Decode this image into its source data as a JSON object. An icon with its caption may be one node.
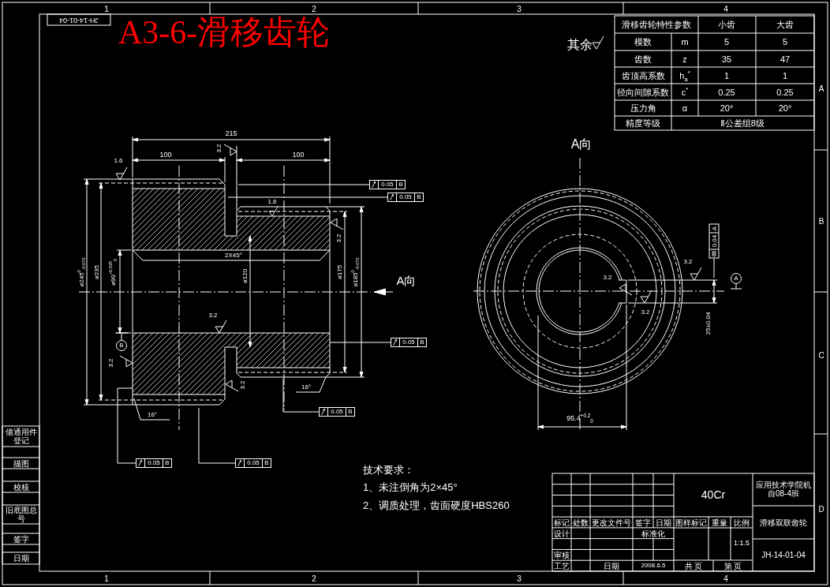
{
  "diagram": {
    "title": "A3-6-滑移齿轮",
    "nodes": [
      {
        "text": [
          "0.05",
          "B"
        ]
      },
      {
        "text": [
          "0.05",
          "B"
        ]
      },
      {
        "text": [
          "A向"
        ]
      },
      {
        "text": [
          "0.05",
          "B"
        ]
      },
      {
        "text": [
          "B"
        ]
      },
      {
        "text": [
          "0.05",
          "B"
        ]
      },
      {
        "text": [
          "0.05",
          "B"
        ]
      },
      {
        "text": [
          "0.05",
          "B"
        ]
      },
      {
        "text": [
          "0.04",
          "A"
        ]
      },
      {
        "text": [
          "A"
        ]
      }
    ],
    "edges": [
      {
        "from": 0,
        "to": null,
        "arrow": "none"
      },
      {
        "from": 1,
        "to": null,
        "arrow": "none"
      },
      {
        "from": 2,
        "to": null,
        "arrow": "to"
      },
      {
        "from": 3,
        "to": null,
        "arrow": "none"
      },
      {
        "from": 5,
        "to": null,
        "arrow": "none"
      },
      {
        "from": 6,
        "to": null,
        "arrow": "none"
      },
      {
        "from": 7,
        "to": null,
        "arrow": "none"
      },
      {
        "from": 8,
        "to": null,
        "arrow": "none"
      }
    ],
    "labels": [
      "JH-14-01-04",
      "1",
      "2",
      "3",
      "4",
      "A",
      "B",
      "C",
      "D",
      "1",
      "2",
      "3",
      "4",
      "其余",
      "滑移齿轮特性参数",
      "小齿",
      "大齿",
      "模数",
      "m",
      "5",
      "5",
      "齿数",
      "z",
      "35",
      "47",
      "齿顶高系数",
      "h$_{a}$$^{*}$",
      "1",
      "1",
      "径向间隙系数",
      "c$^{*}$",
      "0.25",
      "0.25",
      "压力角",
      "α",
      "20°",
      "20°",
      "精度等级",
      "Ⅱ公差组8级",
      "A向",
      "215",
      "100",
      "100",
      "3.2",
      "1.6",
      "1.6",
      "3.2",
      "2X45°",
      "ø245$^{0}$$_{-0.072}$",
      "ø235",
      "ø90$^{+0.035}$$_{0}$",
      "ø120",
      "ø175",
      "ø185$^{0}$$_{-0.072}$",
      "3.2",
      "3.2",
      "3.2",
      "16°",
      "16°",
      "95.4$^{+0.2}$$_{0}$",
      "25±0.04",
      "3.2",
      "3.2",
      "3.2",
      "技术要求：",
      "1、未注倒角为2×45°",
      "2、调质处理，齿面硬度HBS260",
      "40Cr",
      "应用技术学院机自08-4班",
      "滑移双联齿轮",
      "JH-14-01-04",
      "标记",
      "处数",
      "更改文件号",
      "签字",
      "日期",
      "设计",
      "标准化",
      "审核",
      "工艺",
      "日期",
      "2008.6.5",
      "图样标记",
      "重量",
      "比例",
      "1:1.5",
      "共 页",
      "第 页",
      "借通用件登记",
      "描图",
      "校核",
      "旧底图总号",
      "签字",
      "日期"
    ]
  }
}
